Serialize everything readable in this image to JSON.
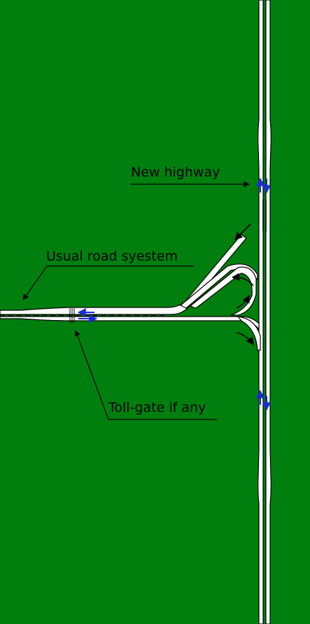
{
  "labels": {
    "new_highway": "New highway",
    "usual_road": "Usual road syestem",
    "toll_gate": "Toll-gate if any"
  },
  "colors": {
    "background": "#007f0e",
    "road_fill": "#ffffff",
    "road_edge": "#000000",
    "direction_arrow": "#1d2bd4",
    "annotation": "#000000"
  }
}
